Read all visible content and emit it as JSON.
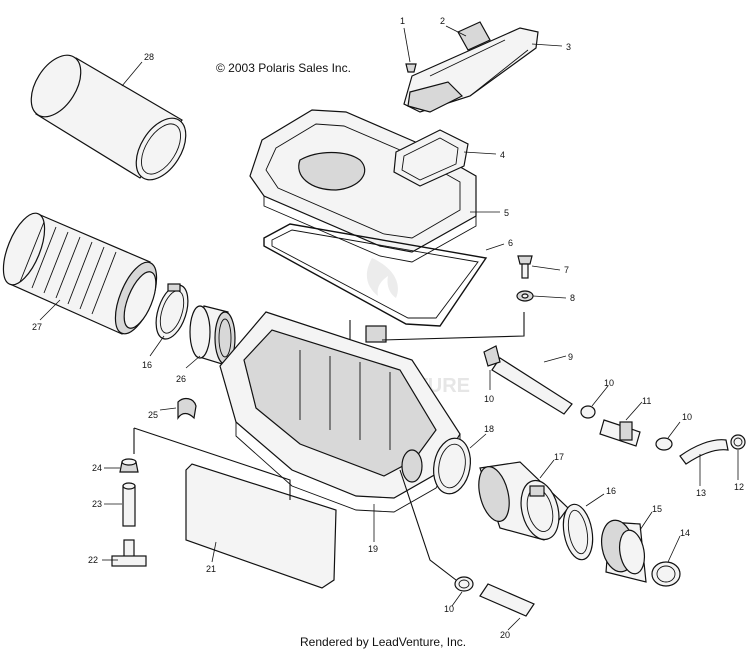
{
  "copyright": "© 2003 Polaris Sales Inc.",
  "footer": "Rendered by LeadVenture, Inc.",
  "watermark": "LEADVENTURE",
  "callouts": {
    "c1": "1",
    "c2": "2",
    "c3": "3",
    "c4": "4",
    "c5": "5",
    "c6": "6",
    "c7": "7",
    "c8": "8",
    "c9": "9",
    "c10a": "10",
    "c10b": "10",
    "c10c": "10",
    "c10d": "10",
    "c11": "11",
    "c12": "12",
    "c13": "13",
    "c14": "14",
    "c15": "15",
    "c16a": "16",
    "c16b": "16",
    "c17": "17",
    "c18": "18",
    "c19": "19",
    "c20": "20",
    "c21": "21",
    "c22": "22",
    "c23": "23",
    "c24": "24",
    "c25": "25",
    "c26": "26",
    "c27": "27",
    "c28": "28"
  }
}
